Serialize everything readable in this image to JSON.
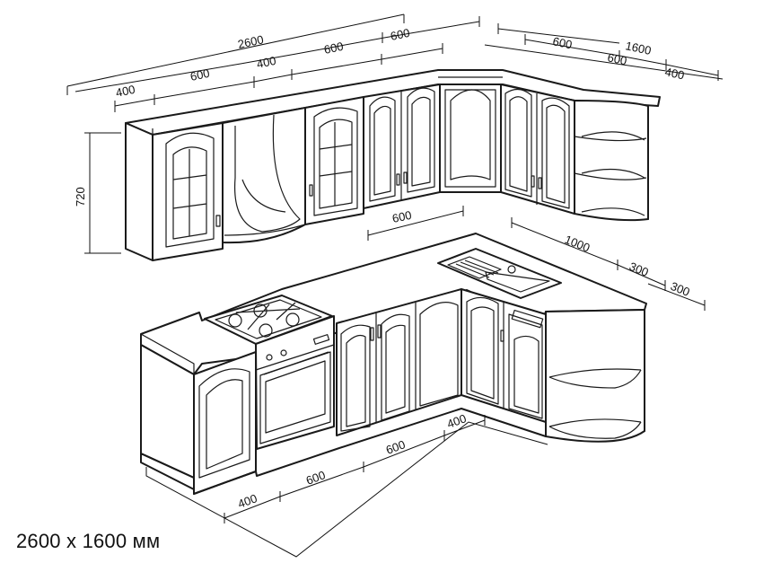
{
  "caption": "2600 x 1600 мм",
  "dimensions": {
    "upper_total_left": "2600",
    "upper_total_right": "1600",
    "upper_left_1": "400",
    "upper_left_2": "600",
    "upper_left_3": "400",
    "upper_left_4": "600",
    "upper_left_5": "600",
    "upper_right_1": "600",
    "upper_right_2": "600",
    "upper_right_3": "400",
    "upper_height": "720",
    "worktop_depth": "600",
    "worktop_right": "1000",
    "worktop_right_2": "300",
    "worktop_right_3": "300",
    "base_front_1": "400",
    "base_front_2": "600",
    "base_front_3": "600",
    "base_front_4": "400"
  }
}
